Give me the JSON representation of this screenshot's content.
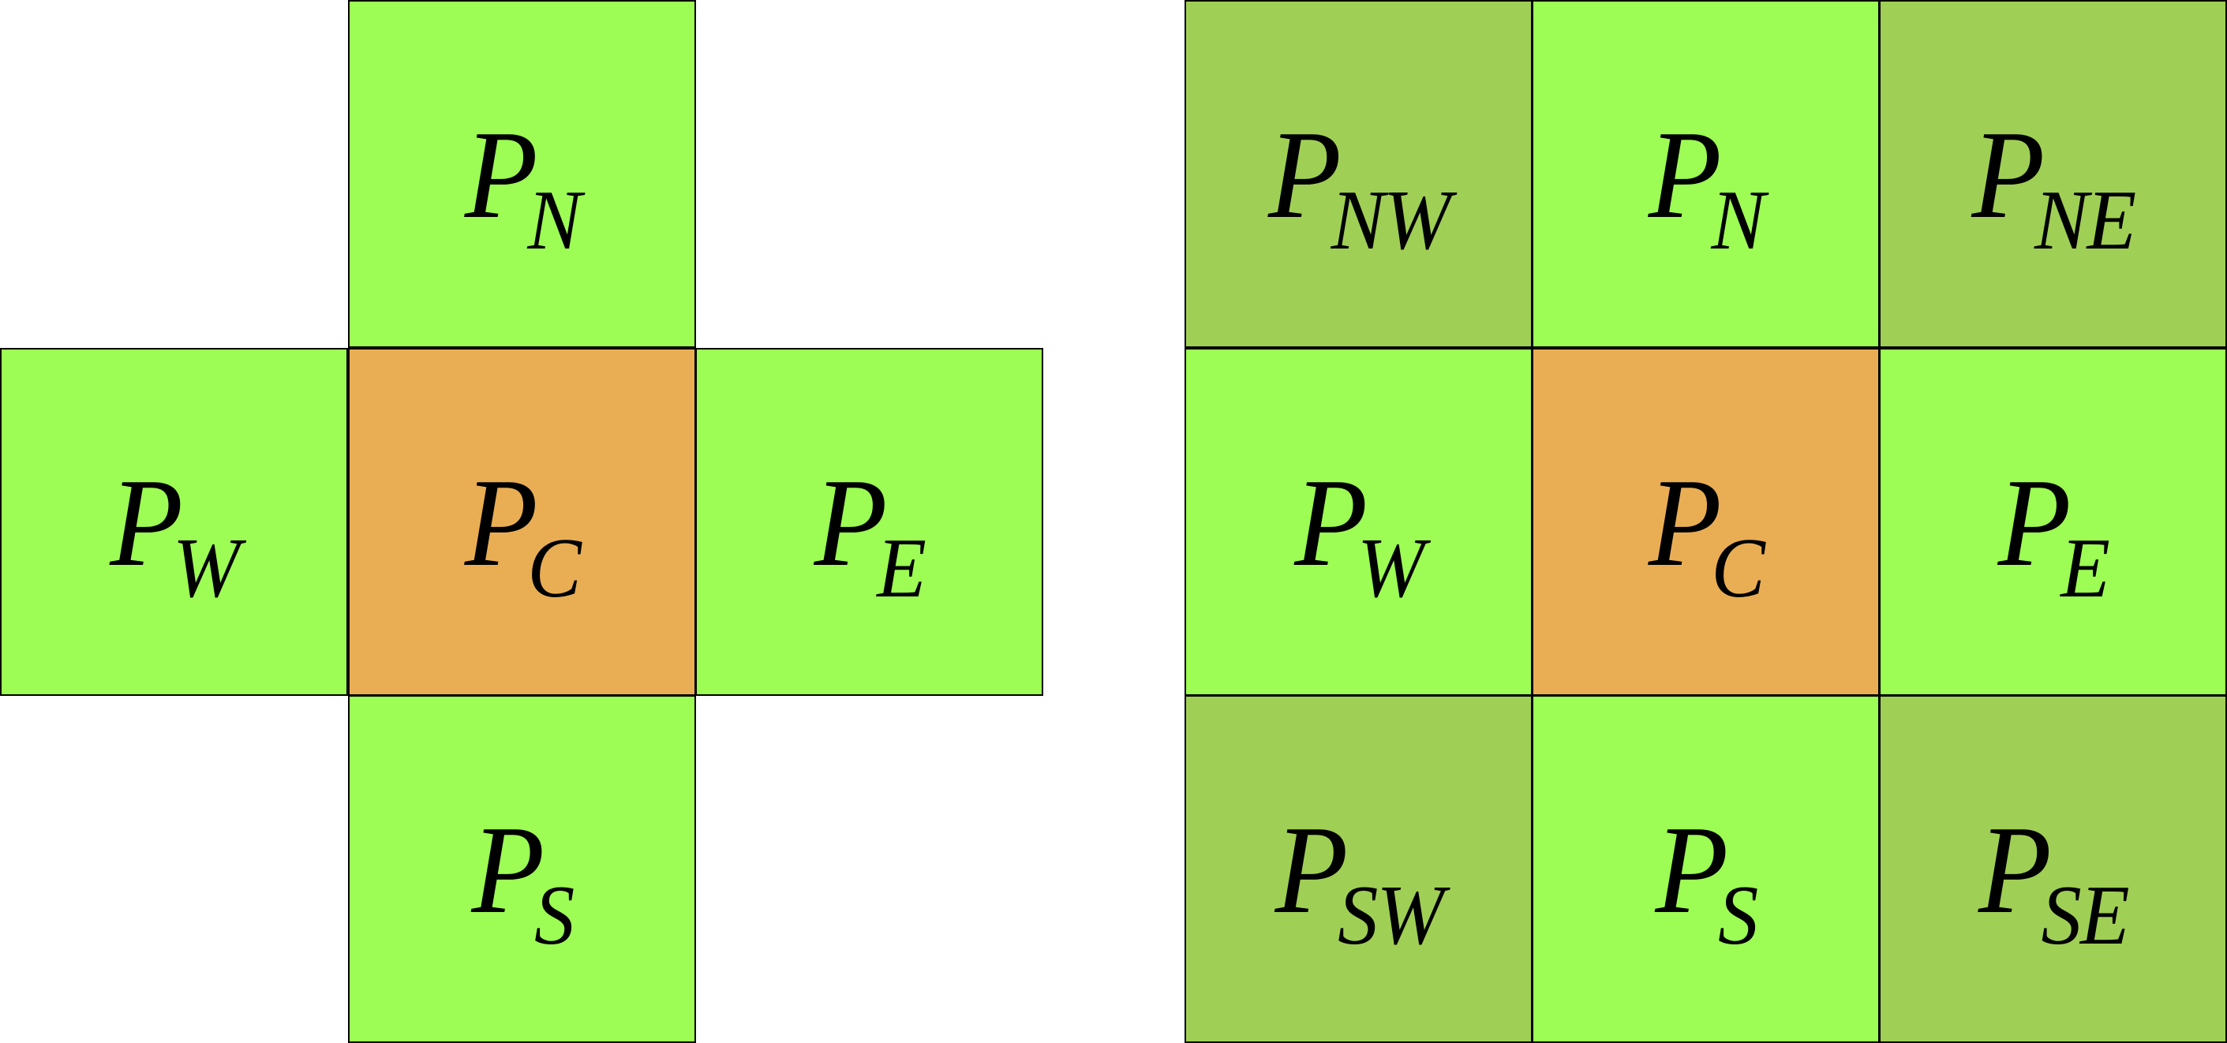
{
  "colors": {
    "neighbor": "#9dfd54",
    "diagonal": "#a0cf55",
    "center": "#e9ae54",
    "border": "#000000"
  },
  "left_diagram": {
    "north": {
      "base": "P",
      "sub": "N"
    },
    "west": {
      "base": "P",
      "sub": "W"
    },
    "center": {
      "base": "P",
      "sub": "C"
    },
    "east": {
      "base": "P",
      "sub": "E"
    },
    "south": {
      "base": "P",
      "sub": "S"
    }
  },
  "right_diagram": {
    "northwest": {
      "base": "P",
      "sub": "NW"
    },
    "north": {
      "base": "P",
      "sub": "N"
    },
    "northeast": {
      "base": "P",
      "sub": "NE"
    },
    "west": {
      "base": "P",
      "sub": "W"
    },
    "center": {
      "base": "P",
      "sub": "C"
    },
    "east": {
      "base": "P",
      "sub": "E"
    },
    "southwest": {
      "base": "P",
      "sub": "SW"
    },
    "south": {
      "base": "P",
      "sub": "S"
    },
    "southeast": {
      "base": "P",
      "sub": "SE"
    }
  }
}
